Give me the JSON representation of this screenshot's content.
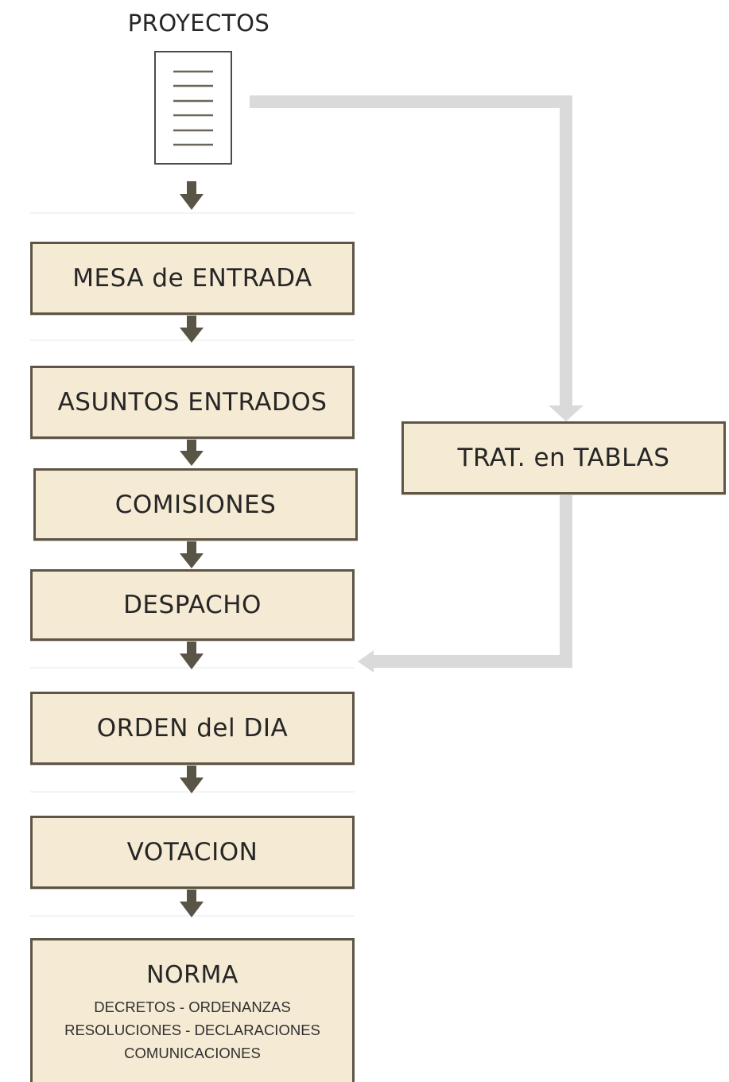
{
  "diagram": {
    "title": "PROYECTOS",
    "nodes": {
      "mesa_de_entrada": "MESA de ENTRADA",
      "asuntos_entrados": "ASUNTOS ENTRADOS",
      "comisiones": "COMISIONES",
      "despacho": "DESPACHO",
      "orden_del_dia": "ORDEN del DIA",
      "votacion": "VOTACION",
      "trat_en_tablas": "TRAT. en TABLAS"
    },
    "norma": {
      "title": "NORMA",
      "lines": [
        "DECRETOS - ORDENANZAS",
        "RESOLUCIONES - DECLARACIONES",
        "COMUNICACIONES"
      ]
    },
    "colors": {
      "box_fill": "#f5ead3",
      "box_border": "#5d5546",
      "arrow": "#5a5446",
      "bypass_line": "#dadada",
      "text": "#262626"
    },
    "icons": {
      "document": "document-icon",
      "down_arrow": "down-arrow-icon"
    }
  }
}
